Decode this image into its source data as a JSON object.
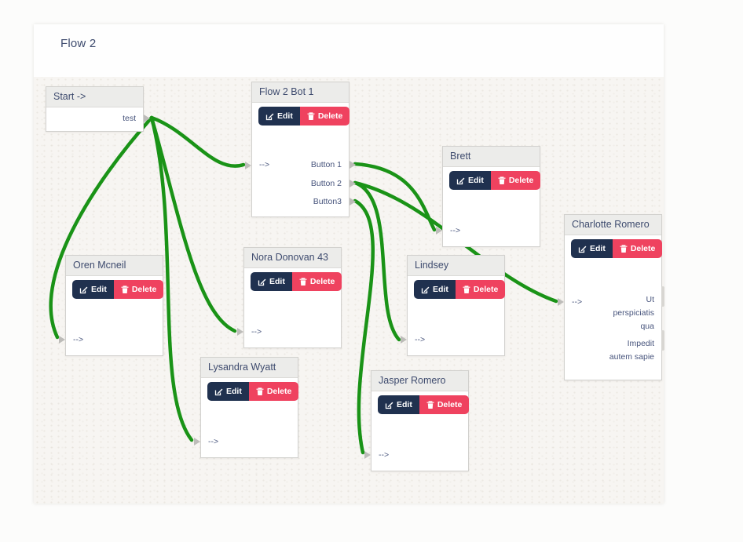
{
  "header": {
    "title": "Flow 2"
  },
  "colors": {
    "edge": "#1a9317",
    "edit_button": "#20314f",
    "delete_button": "#ef425f",
    "title_text": "#3e4b6e"
  },
  "nodes": [
    {
      "id": "start",
      "title": "Start ->",
      "outputs": [
        "test"
      ]
    },
    {
      "id": "flow2bot1",
      "title": "Flow 2 Bot 1",
      "edit": "Edit",
      "delete": "Delete",
      "input": "-->",
      "outputs": [
        "Button 1",
        "Button 2",
        "Button3"
      ]
    },
    {
      "id": "brett",
      "title": "Brett",
      "edit": "Edit",
      "delete": "Delete",
      "input": "-->"
    },
    {
      "id": "charlotte",
      "title": "Charlotte Romero",
      "edit": "Edit",
      "delete": "Delete",
      "input": "-->",
      "outputs": [
        "Ut perspiciatis qua",
        "Impedit autem sapie"
      ]
    },
    {
      "id": "oren",
      "title": "Oren Mcneil",
      "edit": "Edit",
      "delete": "Delete",
      "input": "-->"
    },
    {
      "id": "nora",
      "title": "Nora Donovan 43",
      "edit": "Edit",
      "delete": "Delete",
      "input": "-->"
    },
    {
      "id": "lindsey",
      "title": "Lindsey",
      "edit": "Edit",
      "delete": "Delete",
      "input": "-->"
    },
    {
      "id": "lysandra",
      "title": "Lysandra Wyatt",
      "edit": "Edit",
      "delete": "Delete",
      "input": "-->"
    },
    {
      "id": "jasper",
      "title": "Jasper Romero",
      "edit": "Edit",
      "delete": "Delete",
      "input": "-->"
    }
  ],
  "edges": [
    {
      "from": "start.test",
      "to": "flow2bot1.in"
    },
    {
      "from": "start.test",
      "to": "oren.in"
    },
    {
      "from": "start.test",
      "to": "nora.in"
    },
    {
      "from": "start.test",
      "to": "lysandra.in"
    },
    {
      "from": "flow2bot1.button1",
      "to": "brett.in"
    },
    {
      "from": "flow2bot1.button2",
      "to": "charlotte.in"
    },
    {
      "from": "flow2bot1.button2",
      "to": "lindsey.in"
    },
    {
      "from": "flow2bot1.button3",
      "to": "jasper.in"
    }
  ]
}
